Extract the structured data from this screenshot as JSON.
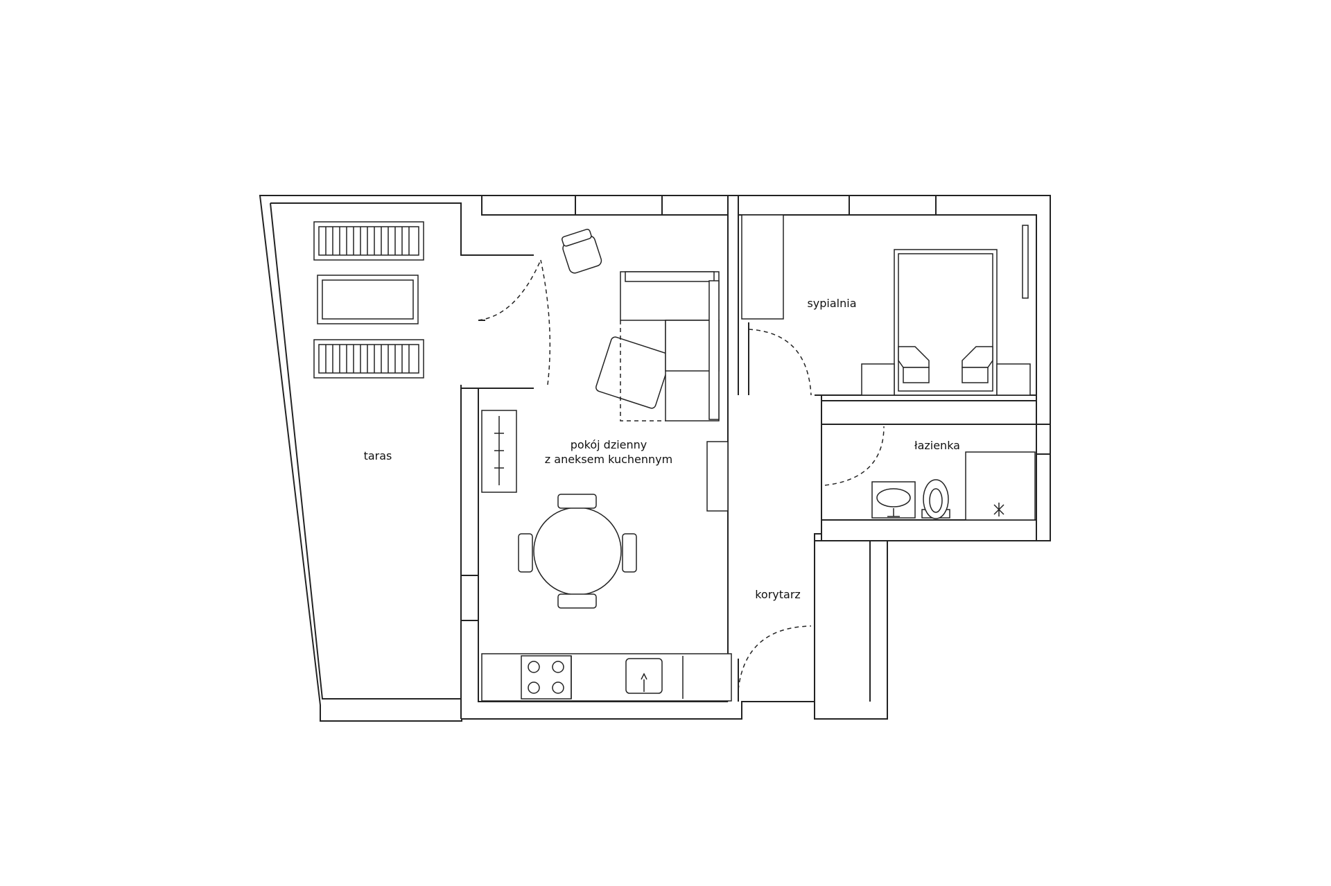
{
  "plan": {
    "rooms": {
      "terrace": "taras",
      "living_line1": "pokój dzienny",
      "living_line2": "z aneksem kuchennym",
      "bedroom": "sypialnia",
      "bathroom": "łazienka",
      "hallway": "korytarz"
    }
  }
}
